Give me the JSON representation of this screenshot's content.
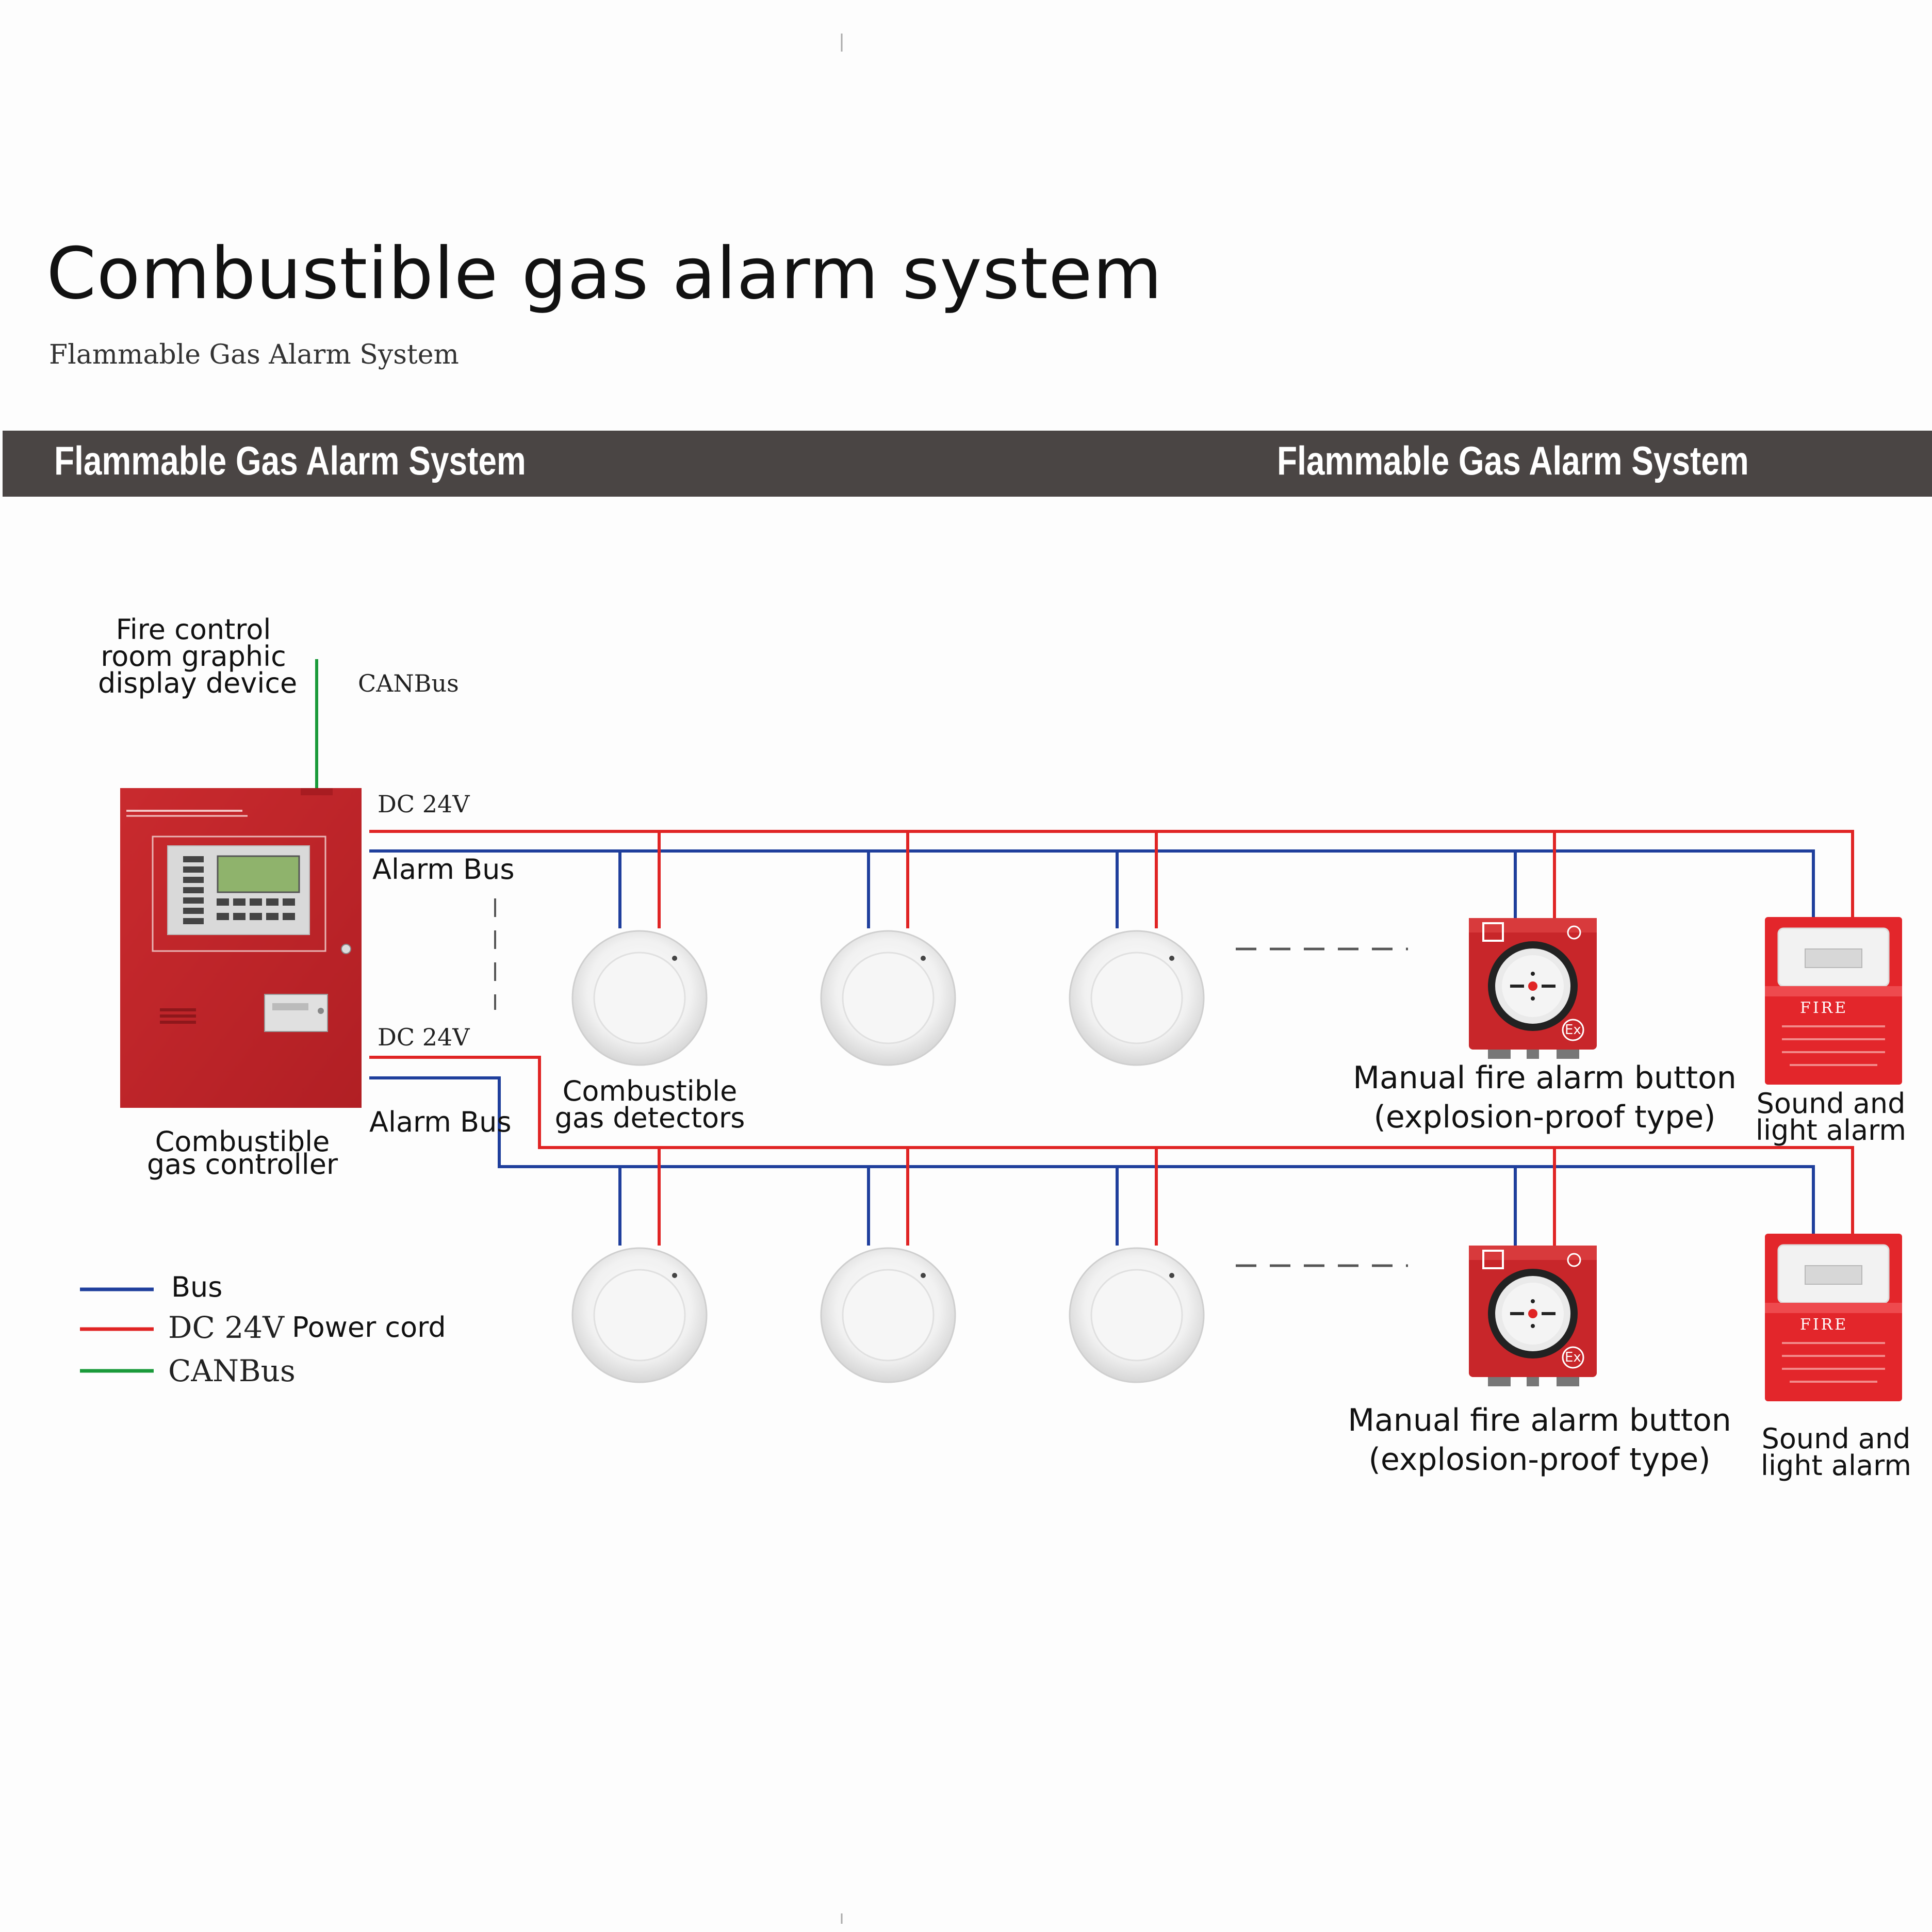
{
  "header": {
    "title": "Combustible gas alarm system",
    "subtitle": "Flammable Gas Alarm System"
  },
  "banner": {
    "left_text": "Flammable Gas Alarm System",
    "right_text": "Flammable Gas Alarm System"
  },
  "labels": {
    "display_device": [
      "Fire control",
      "room graphic",
      "display device"
    ],
    "canbus": "CANBus",
    "dc_top": "DC  24V",
    "alarm_bus_top": "Alarm Bus",
    "dc_bottom": "DC  24V",
    "alarm_bus_bottom": "Alarm Bus",
    "controller": [
      "Combustible",
      "gas controller"
    ],
    "detectors": [
      "Combustible",
      "gas detectors"
    ],
    "manual_button_top": [
      "Manual fire alarm button",
      "(explosion-proof type)"
    ],
    "sound_light_top": [
      "Sound and",
      "light alarm"
    ],
    "manual_button_bottom": [
      "Manual fire alarm button",
      "(explosion-proof type)"
    ],
    "sound_light_bottom": [
      "Sound and",
      "light alarm"
    ],
    "strobe_text": "FIRE",
    "ex_mark": "Ex"
  },
  "legend": {
    "bus": "Bus",
    "power_prefix": "DC  24V",
    "power": "Power cord",
    "canbus": "CANBus"
  },
  "colors": {
    "bus": "#1f3f9c",
    "power": "#e02424",
    "canbus": "#1a9a3a",
    "banner": "#4a4544",
    "device_red": "#c8262a"
  }
}
